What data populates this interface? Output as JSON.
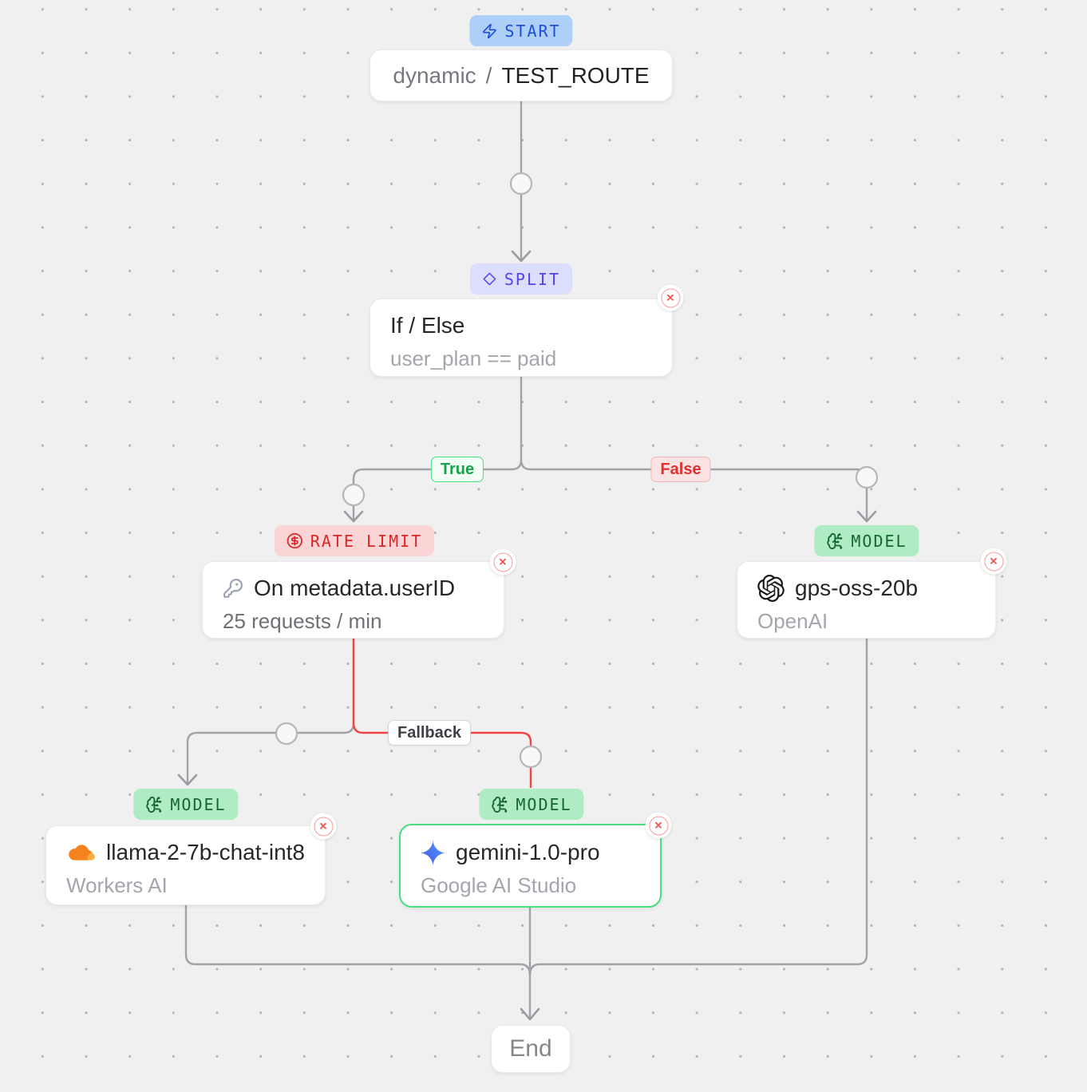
{
  "nodes": {
    "start": {
      "badge": "START",
      "title_muted": "dynamic",
      "separator": "/",
      "title": "TEST_ROUTE"
    },
    "split": {
      "badge": "SPLIT",
      "title": "If / Else",
      "subtitle": "user_plan == paid"
    },
    "rate_limit": {
      "badge": "RATE LIMIT",
      "title": "On metadata.userID",
      "subtitle": "25 requests / min"
    },
    "model_openai": {
      "badge": "MODEL",
      "title": "gps-oss-20b",
      "subtitle": "OpenAI"
    },
    "model_workers": {
      "badge": "MODEL",
      "title": "llama-2-7b-chat-int8",
      "subtitle": "Workers AI"
    },
    "model_gemini": {
      "badge": "MODEL",
      "title": "gemini-1.0-pro",
      "subtitle": "Google AI Studio"
    },
    "end": {
      "label": "End"
    }
  },
  "edge_labels": {
    "true": "True",
    "false": "False",
    "fallback": "Fallback"
  },
  "ui": {
    "close_symbol": "✕"
  },
  "icons": {
    "start_badge": "zap-icon",
    "split_badge": "diamond-icon",
    "rate_badge": "circle-dollar-sign-icon",
    "model_badge": "brain-circuit-icon",
    "rate_title": "key-icon",
    "openai": "openai-logo",
    "workers": "cloudflare-logo",
    "gemini": "gemini-logo"
  },
  "colors": {
    "background": "#f0f0f1",
    "edge": "#a2a2a8",
    "edge_fallback": "#ef4444",
    "badge_start_bg": "#aed0f8",
    "badge_start_fg": "#1d4ed8",
    "badge_split_bg": "#dbdefc",
    "badge_split_fg": "#4f46e5",
    "badge_rate_bg": "#fbd5d5",
    "badge_rate_fg": "#dc2626",
    "badge_model_bg": "#b0ecc3",
    "badge_model_fg": "#166534",
    "true_label": "#16a34a",
    "false_label": "#e02f2f",
    "selected_border": "#4ade80",
    "cloudflare_orange": "#f6821f",
    "gemini_blue": "#4b7bf5"
  }
}
